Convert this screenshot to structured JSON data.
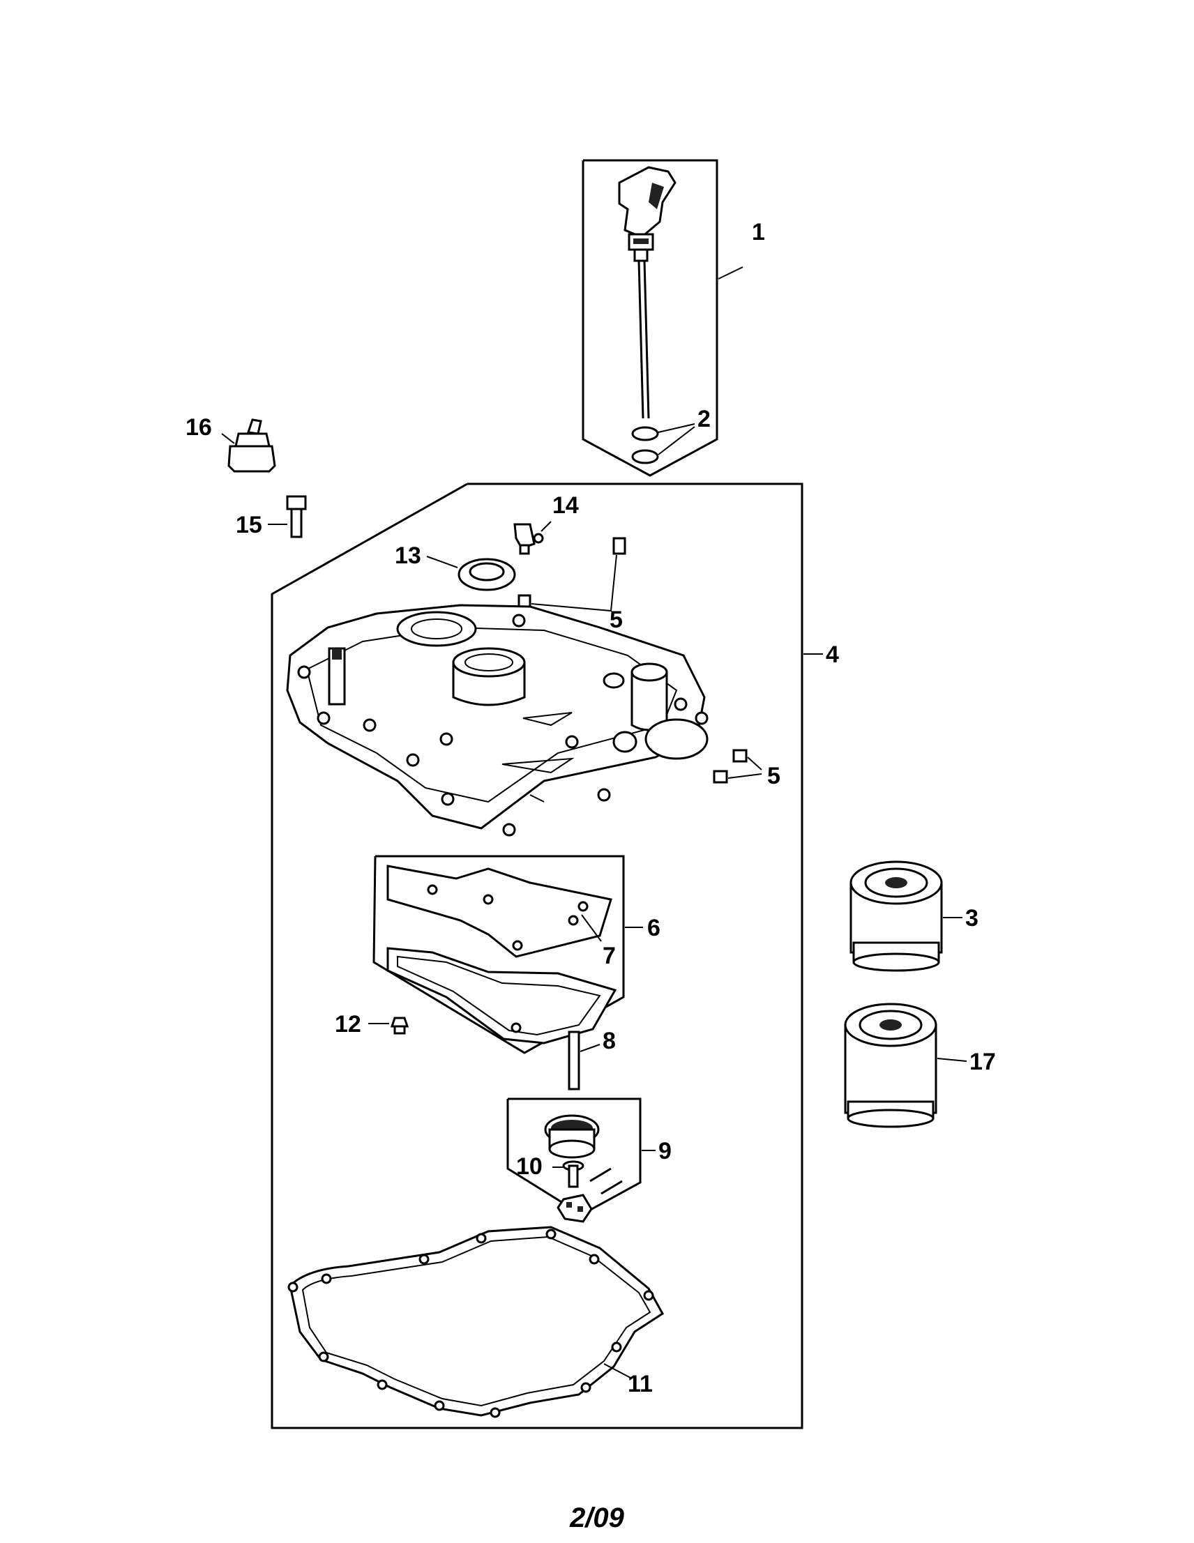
{
  "callouts": {
    "c1": "1",
    "c2": "2",
    "c3": "3",
    "c4": "4",
    "c5a": "5",
    "c5b": "5",
    "c6": "6",
    "c7": "7",
    "c8": "8",
    "c9": "9",
    "c10": "10",
    "c11": "11",
    "c12": "12",
    "c13": "13",
    "c14": "14",
    "c15": "15",
    "c16": "16",
    "c17": "17"
  },
  "footer": {
    "date": "2/09"
  }
}
